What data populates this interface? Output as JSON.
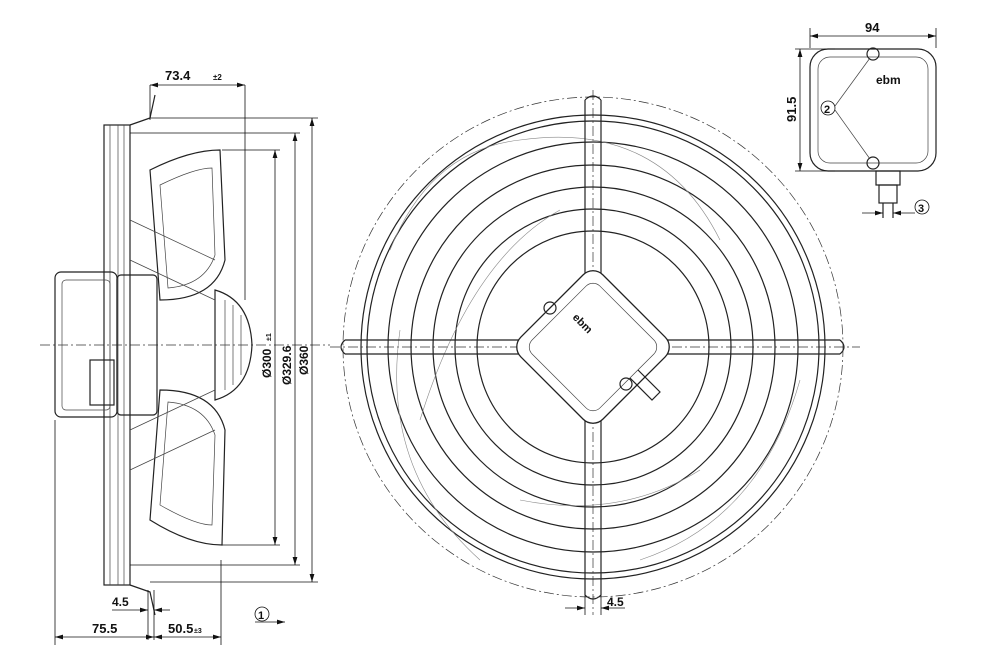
{
  "drawing": {
    "side_view": {
      "dim_depth": "73.4",
      "dim_depth_tol": "±2",
      "dim_dia_blade": "Ø300",
      "dim_dia_blade_tol": "±1",
      "dim_dia_ring": "Ø329.6",
      "dim_dia_guard": "Ø360",
      "dim_flange": "4.5",
      "dim_motor": "75.5",
      "dim_front": "50.5",
      "dim_front_tol": "±3",
      "callout_airflow": "1"
    },
    "front_view": {
      "dim_foot": "4.5",
      "logo": "ebm"
    },
    "terminal_box": {
      "dim_width": "94",
      "dim_height": "91.5",
      "callout_screws": "2",
      "callout_gland": "3",
      "logo": "ebm"
    }
  }
}
